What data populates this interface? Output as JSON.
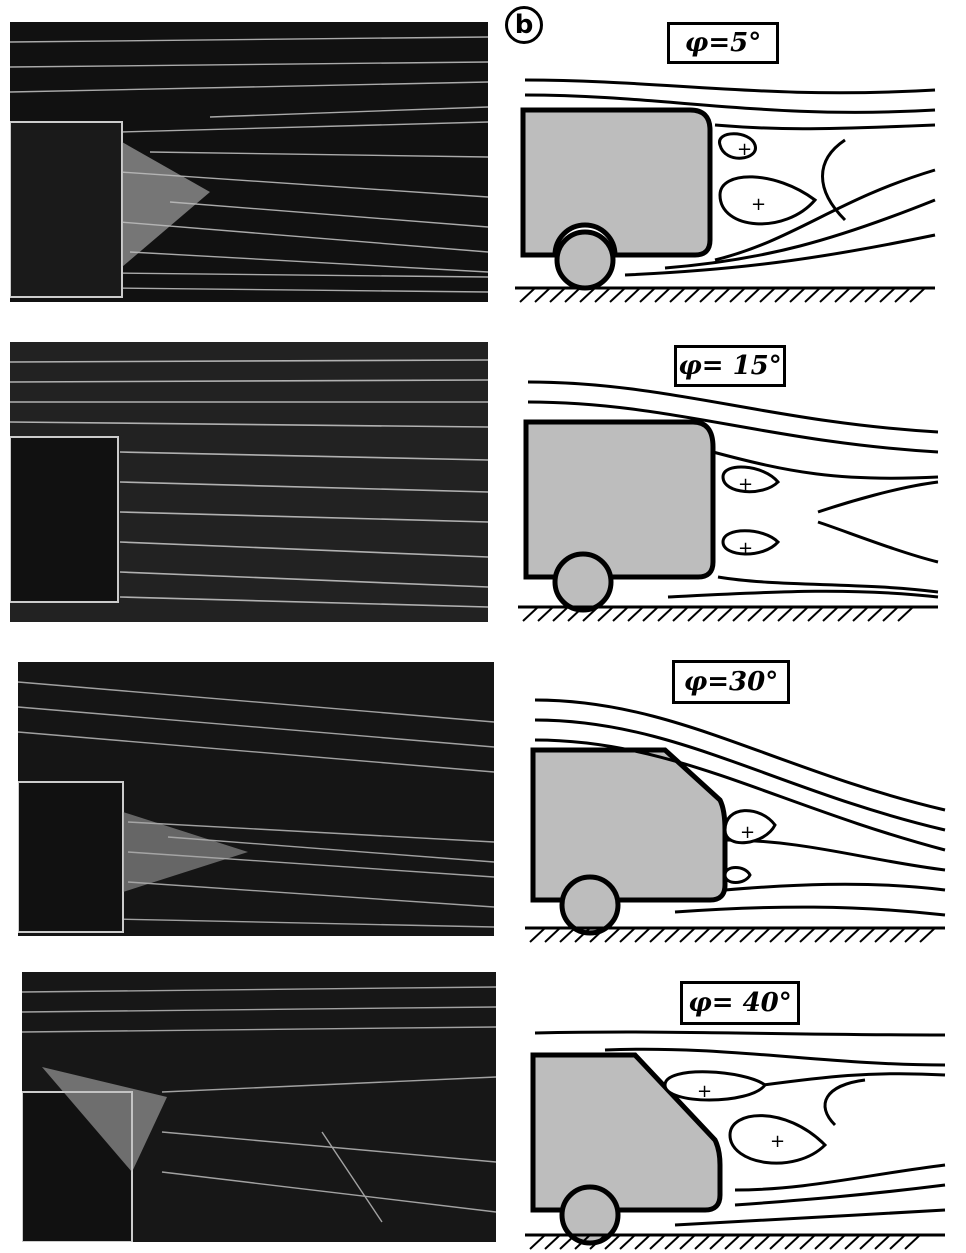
{
  "panel_label": "b",
  "panels": [
    {
      "angle_label": "φ=5°"
    },
    {
      "angle_label": "φ= 15°"
    },
    {
      "angle_label": "φ=30°"
    },
    {
      "angle_label": "φ= 40°"
    }
  ],
  "colors": {
    "photo_background": "#111111",
    "streak": "#e8e8e8",
    "body_fill": "#bdbdbd",
    "ink": "#000000"
  }
}
